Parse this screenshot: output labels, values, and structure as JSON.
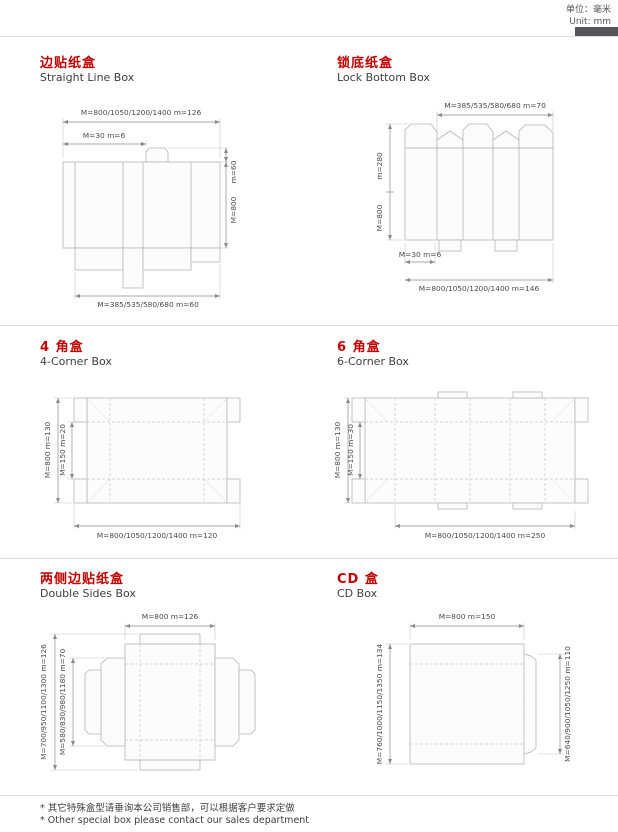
{
  "header": {
    "unit_cn": "单位：毫米",
    "unit_en": "Unit: mm"
  },
  "sections": {
    "straight_line": {
      "title_cn": "边贴纸盒",
      "title_en": "Straight Line Box",
      "dims": {
        "top": "M=800/1050/1200/1400 m=126",
        "flap": "M=30 m=6",
        "side_flap": "m=60",
        "side_body": "M=800",
        "bottom": "M=385/535/580/680 m=60"
      }
    },
    "lock_bottom": {
      "title_cn": "锁底纸盒",
      "title_en": "Lock Bottom Box",
      "dims": {
        "top": "M=385/535/580/680 m=70",
        "side_upper": "m=280",
        "side_lower": "M=800",
        "glue": "M=30 m=6",
        "bottom": "M=800/1050/1200/1400 m=146"
      }
    },
    "four_corner": {
      "title_cn": "4 角盒",
      "title_en": "4-Corner Box",
      "dims": {
        "left_outer": "M=800 m=130",
        "left_inner": "M=150 m=20",
        "bottom": "M=800/1050/1200/1400 m=120"
      }
    },
    "six_corner": {
      "title_cn": "6 角盒",
      "title_en": "6-Corner Box",
      "dims": {
        "left_outer": "M=800 m=130",
        "left_inner": "M=150 m=30",
        "bottom": "M=800/1050/1200/1400 m=250"
      }
    },
    "double_sides": {
      "title_cn": "两侧边贴纸盒",
      "title_en": "Double Sides Box",
      "dims": {
        "top": "M=800 m=126",
        "left_outer": "M=700/950/1100/1300 m=126",
        "left_inner": "M=580/830/980/1180 m=70"
      }
    },
    "cd": {
      "title_cn": "CD 盒",
      "title_en": "CD Box",
      "dims": {
        "top": "M=800 m=150",
        "left": "M=760/1000/1150/1350 m=134",
        "right": "M=640/900/1050/1250 m=110"
      }
    }
  },
  "footnotes": {
    "cn": "* 其它特殊盒型请垂询本公司销售部，可以根据客户要求定做",
    "en": "* Other special box please contact our sales department"
  },
  "colors": {
    "accent_red": "#c00000",
    "header_bar": "#54565a",
    "drawing_line": "#b4b4b4"
  }
}
